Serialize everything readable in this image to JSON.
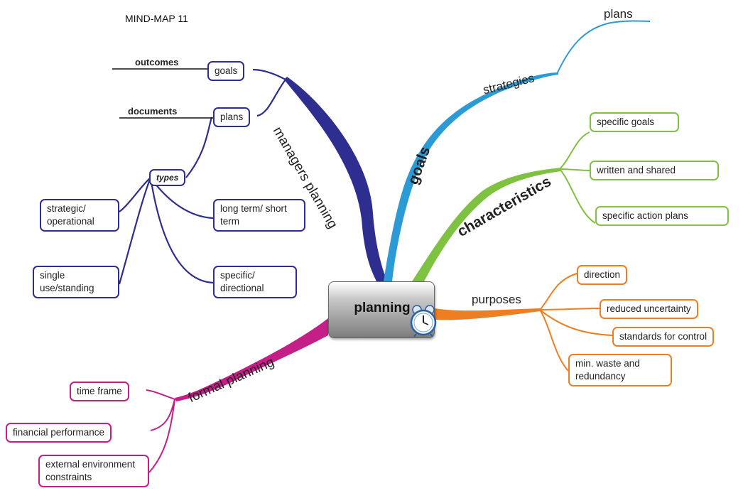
{
  "title": "MIND-MAP 11",
  "center": {
    "label": "planning"
  },
  "branches": {
    "managers_planning": {
      "label": "managers planning",
      "color": "#2d2e8f",
      "goals": {
        "label": "goals",
        "note": "outcomes"
      },
      "plans": {
        "label": "plans",
        "note": "documents"
      },
      "types": {
        "label": "types",
        "items": [
          "strategic/ operational",
          "single use/standing",
          "long term/ short term",
          "specific/ directional"
        ]
      }
    },
    "goals": {
      "label": "goals",
      "color": "#2c9ad4",
      "strategies": {
        "label": "strategies"
      },
      "plans": {
        "label": "plans"
      }
    },
    "characteristics": {
      "label": "characteristics",
      "color": "#7fc241",
      "items": [
        "specific goals",
        "written and shared",
        "specific action plans"
      ]
    },
    "purposes": {
      "label": "purposes",
      "color": "#ee7e22",
      "items": [
        "direction",
        "reduced uncertainty",
        "standards for control",
        "min. waste and redundancy"
      ]
    },
    "formal_planning": {
      "label": "formal planning",
      "color": "#c31f86",
      "items": [
        "time frame",
        "financial performance",
        "external environment constraints"
      ]
    }
  }
}
